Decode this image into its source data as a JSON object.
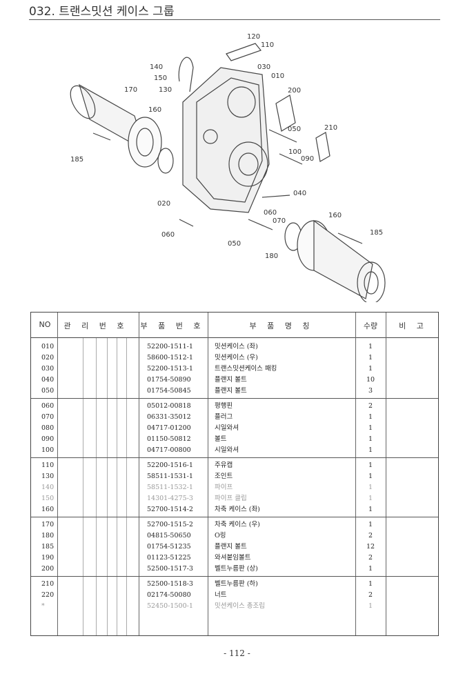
{
  "page_title": "032. 트랜스밋션 케이스 그룹",
  "diagram_labels": [
    "120",
    "110",
    "140",
    "150",
    "130",
    "030",
    "010",
    "170",
    "200",
    "160",
    "050",
    "210",
    "100",
    "090",
    "185",
    "040",
    "020",
    "060",
    "070",
    "160",
    "185",
    "060",
    "050",
    "180"
  ],
  "table": {
    "headers": {
      "no": "NO",
      "mgmt": "관 리 번 호",
      "part": "부 품 번 호",
      "name": "부 품 명 칭",
      "qty": "수량",
      "note": "비 고"
    },
    "groups": [
      [
        {
          "no": "010",
          "part": "52200-1511-1",
          "name": "밋션케이스 (좌)",
          "qty": "1"
        },
        {
          "no": "020",
          "part": "58600-1512-1",
          "name": "밋션케이스 (우)",
          "qty": "1"
        },
        {
          "no": "030",
          "part": "52200-1513-1",
          "name": "트랜스밋션케이스 패킹",
          "qty": "1"
        },
        {
          "no": "040",
          "part": "01754-50890",
          "name": "플랜지 볼트",
          "qty": "10"
        },
        {
          "no": "050",
          "part": "01754-50845",
          "name": "플랜지 볼트",
          "qty": "3"
        }
      ],
      [
        {
          "no": "060",
          "part": "05012-00818",
          "name": "평행핀",
          "qty": "2"
        },
        {
          "no": "070",
          "part": "06331-35012",
          "name": "플러그",
          "qty": "1"
        },
        {
          "no": "080",
          "part": "04717-01200",
          "name": "시일와셔",
          "qty": "1"
        },
        {
          "no": "090",
          "part": "01150-50812",
          "name": "볼트",
          "qty": "1"
        },
        {
          "no": "100",
          "part": "04717-00800",
          "name": "시일와셔",
          "qty": "1"
        }
      ],
      [
        {
          "no": "110",
          "part": "52200-1516-1",
          "name": "주유캡",
          "qty": "1"
        },
        {
          "no": "130",
          "part": "58511-1531-1",
          "name": "조인트",
          "qty": "1"
        },
        {
          "no": "140",
          "part": "58511-1532-1",
          "name": "파이프",
          "qty": "1",
          "faint": true
        },
        {
          "no": "150",
          "part": "14301-4275-3",
          "name": "파이프 클립",
          "qty": "1",
          "faint": true
        },
        {
          "no": "160",
          "part": "52700-1514-2",
          "name": "차축 케이스 (좌)",
          "qty": "1"
        }
      ],
      [
        {
          "no": "170",
          "part": "52700-1515-2",
          "name": "차축 케이스 (우)",
          "qty": "1"
        },
        {
          "no": "180",
          "part": "04815-50650",
          "name": "O링",
          "qty": "2"
        },
        {
          "no": "185",
          "part": "01754-51235",
          "name": "플랜지 볼트",
          "qty": "12"
        },
        {
          "no": "190",
          "part": "01123-51225",
          "name": "와셔붙임볼트",
          "qty": "2"
        },
        {
          "no": "200",
          "part": "52500-1517-3",
          "name": "벨트누름판 (상)",
          "qty": "1"
        }
      ],
      [
        {
          "no": "210",
          "part": "52500-1518-3",
          "name": "벨트누름판 (하)",
          "qty": "1"
        },
        {
          "no": "220",
          "part": "02174-50080",
          "name": "너트",
          "qty": "2"
        },
        {
          "no": "*",
          "part": "52450-1500-1",
          "name": "밋션케이스 총조립",
          "qty": "1",
          "faint": true
        }
      ]
    ]
  },
  "page_number": "- 112 -"
}
